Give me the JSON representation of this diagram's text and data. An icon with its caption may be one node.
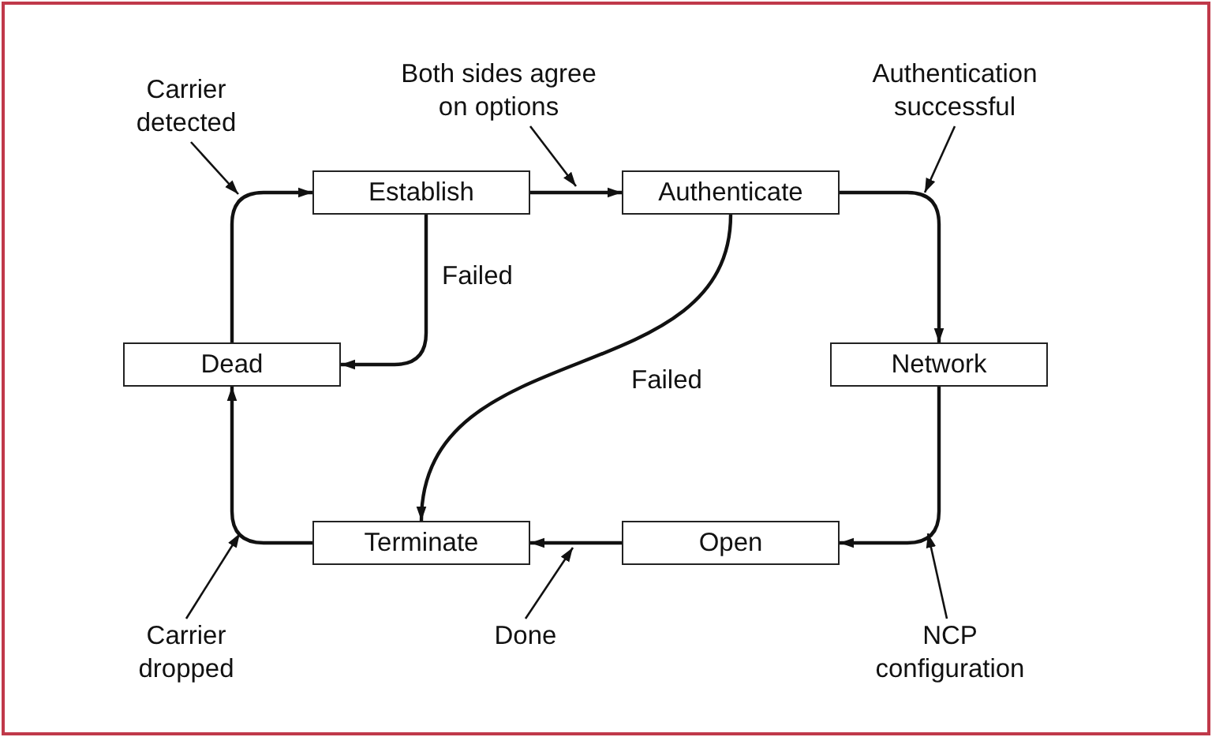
{
  "diagram": {
    "nodes": [
      {
        "text": [
          "Establish"
        ]
      },
      {
        "text": [
          "Authenticate"
        ]
      },
      {
        "text": [
          "Dead"
        ]
      },
      {
        "text": [
          "Network"
        ]
      },
      {
        "text": [
          "Terminate"
        ]
      },
      {
        "text": [
          "Open"
        ]
      },
      {
        "text": [
          "Carrier detected"
        ]
      },
      {
        "text": [
          "Both sides agree on options"
        ]
      },
      {
        "text": [
          "Authentication successful"
        ]
      },
      {
        "text": [
          "Carrier dropped"
        ]
      },
      {
        "text": [
          "Done"
        ]
      },
      {
        "text": [
          "NCP configuration"
        ]
      }
    ],
    "edges": [
      {
        "from": 2,
        "to": 0,
        "arrow": "to"
      },
      {
        "from": 0,
        "to": 1,
        "arrow": "to"
      },
      {
        "from": 0,
        "to": 2,
        "arrow": "to",
        "label": "Failed"
      },
      {
        "from": 1,
        "to": 3,
        "arrow": "to"
      },
      {
        "from": 1,
        "to": 4,
        "arrow": "to",
        "label": "Failed"
      },
      {
        "from": 3,
        "to": 5,
        "arrow": "to"
      },
      {
        "from": 5,
        "to": 4,
        "arrow": "to"
      },
      {
        "from": 4,
        "to": 2,
        "arrow": "to"
      },
      {
        "from": 6,
        "to": null,
        "arrow": "to"
      },
      {
        "from": 7,
        "to": null,
        "arrow": "to"
      },
      {
        "from": 8,
        "to": null,
        "arrow": "to"
      },
      {
        "from": 9,
        "to": null,
        "arrow": "to"
      },
      {
        "from": 10,
        "to": null,
        "arrow": "to"
      },
      {
        "from": 11,
        "to": null,
        "arrow": "to"
      }
    ]
  }
}
